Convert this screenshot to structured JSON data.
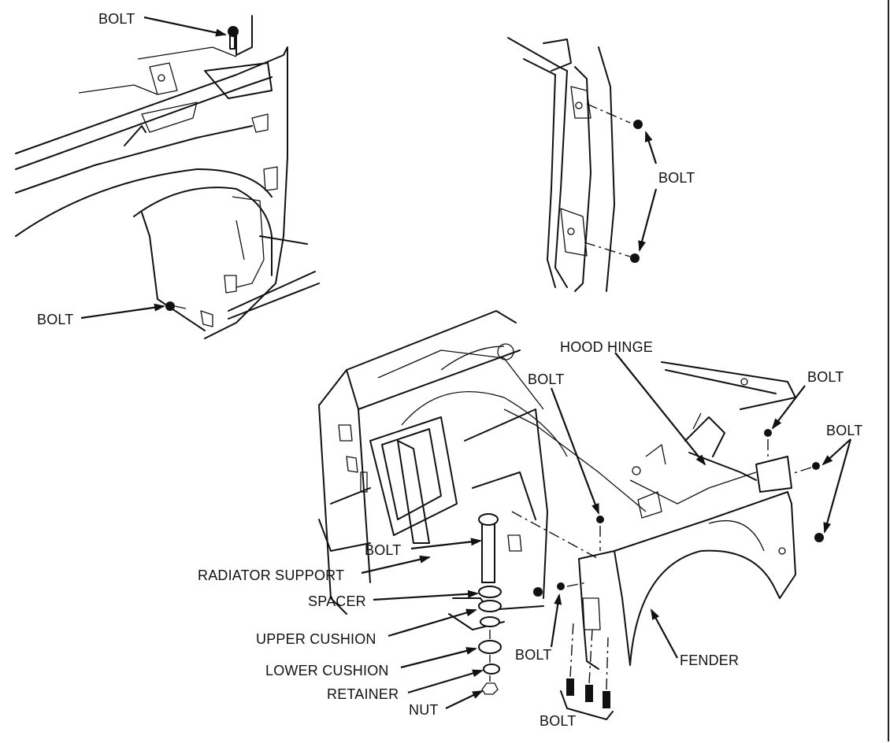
{
  "labels": {
    "bolt_top_left": "BOLT",
    "bolt_mid_left": "BOLT",
    "bolt_top_right": "BOLT",
    "hood_hinge": "HOOD HINGE",
    "bolt_hinge_vertical": "BOLT",
    "bolt_far_right_top": "BOLT",
    "bolt_far_right_pair": "BOLT",
    "bolt_radiator": "BOLT",
    "radiator_support": "RADIATOR SUPPORT",
    "spacer": "SPACER",
    "upper_cushion": "UPPER CUSHION",
    "lower_cushion": "LOWER CUSHION",
    "retainer": "RETAINER",
    "nut": "NUT",
    "bolt_fender_front": "BOLT",
    "fender": "FENDER",
    "bolt_bottom": "BOLT"
  }
}
